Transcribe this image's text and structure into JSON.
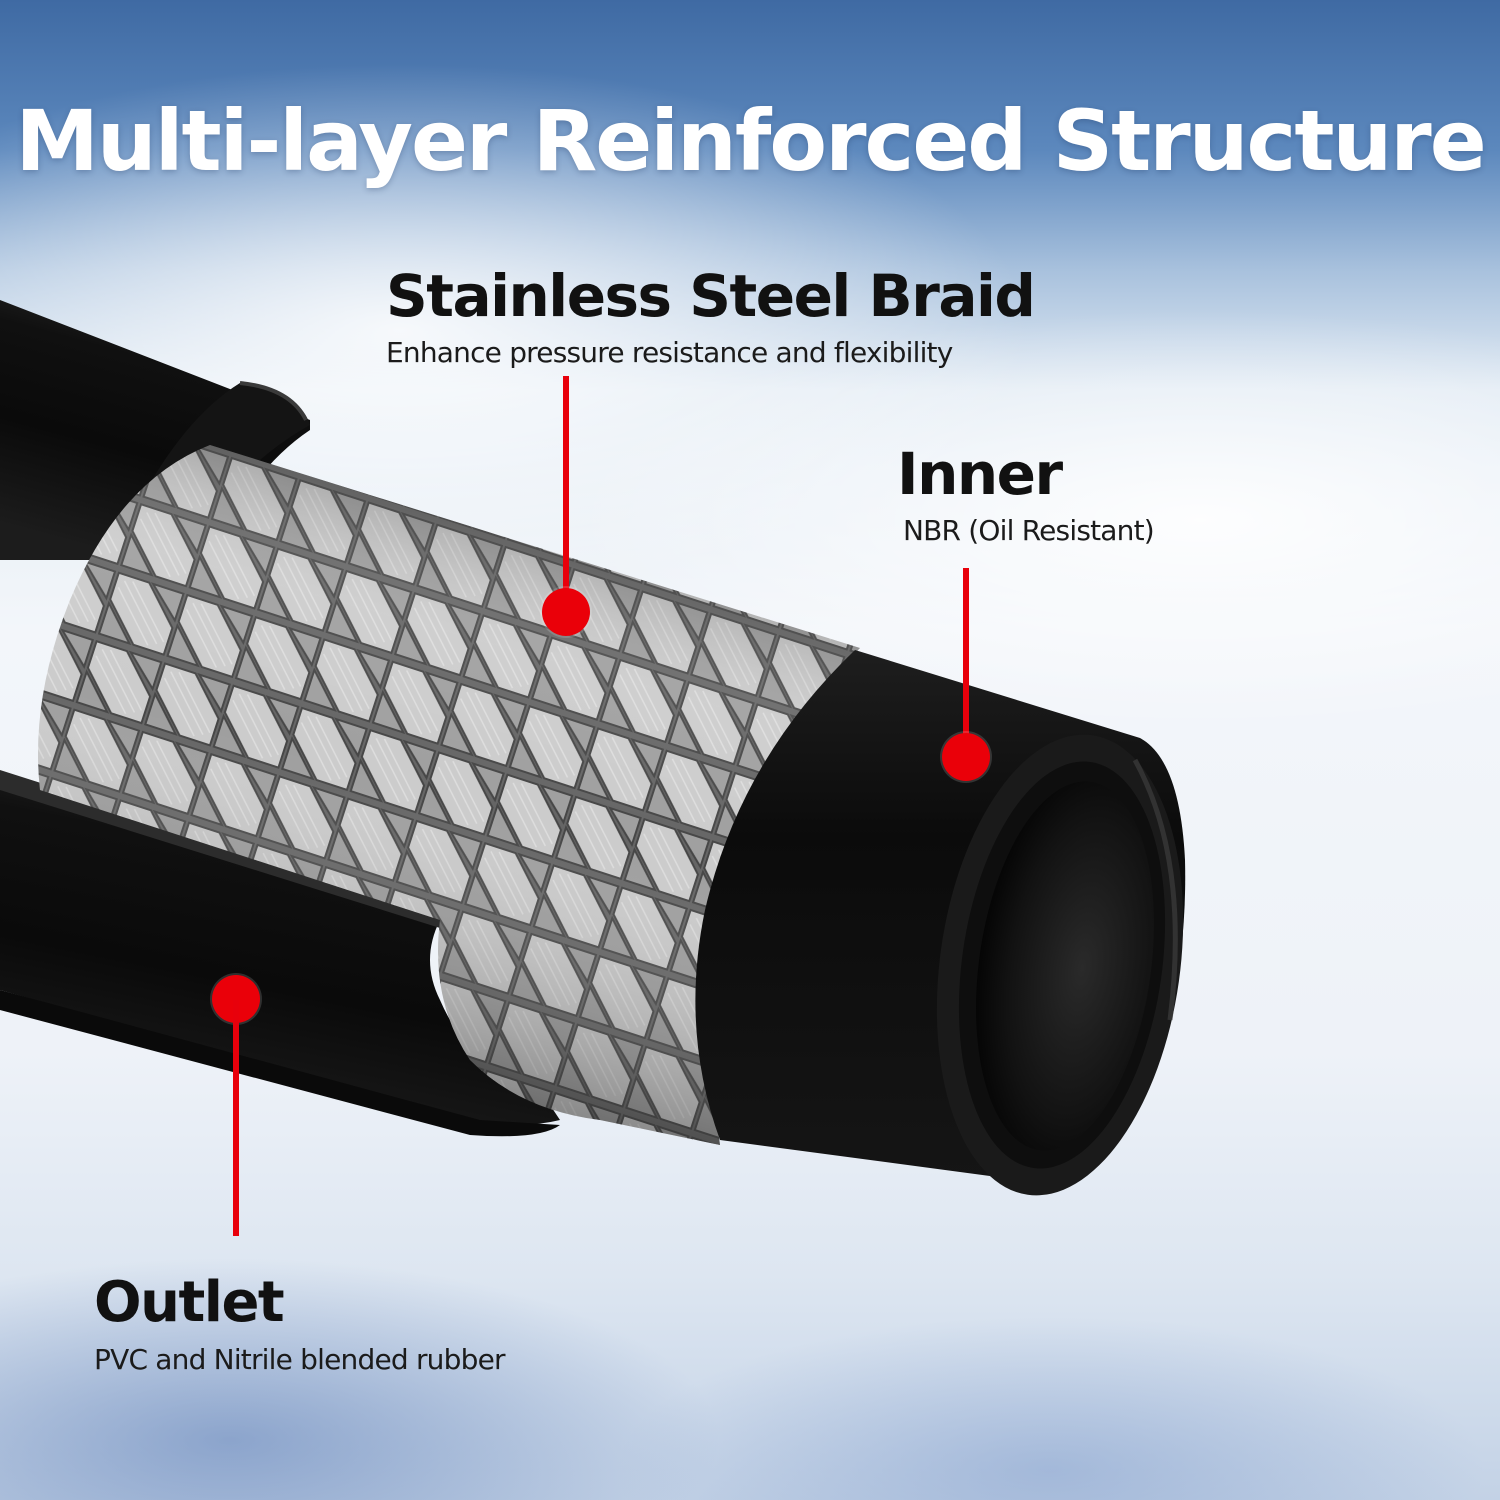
{
  "title": "Multi-layer Reinforced Structure",
  "callouts": {
    "braid": {
      "heading": "Stainless Steel Braid",
      "description": "Enhance pressure resistance and flexibility"
    },
    "inner": {
      "heading": "Inner",
      "description": "NBR (Oil Resistant)"
    },
    "outlet": {
      "heading": "Outlet",
      "description": "PVC and Nitrile blended rubber"
    }
  },
  "colors": {
    "pointer": "#e8000b",
    "hose_rubber": "#0d0d0d",
    "braid_steel": "#a9a9a9",
    "title_text": "#ffffff",
    "sky_top": "#3f6aa3"
  }
}
